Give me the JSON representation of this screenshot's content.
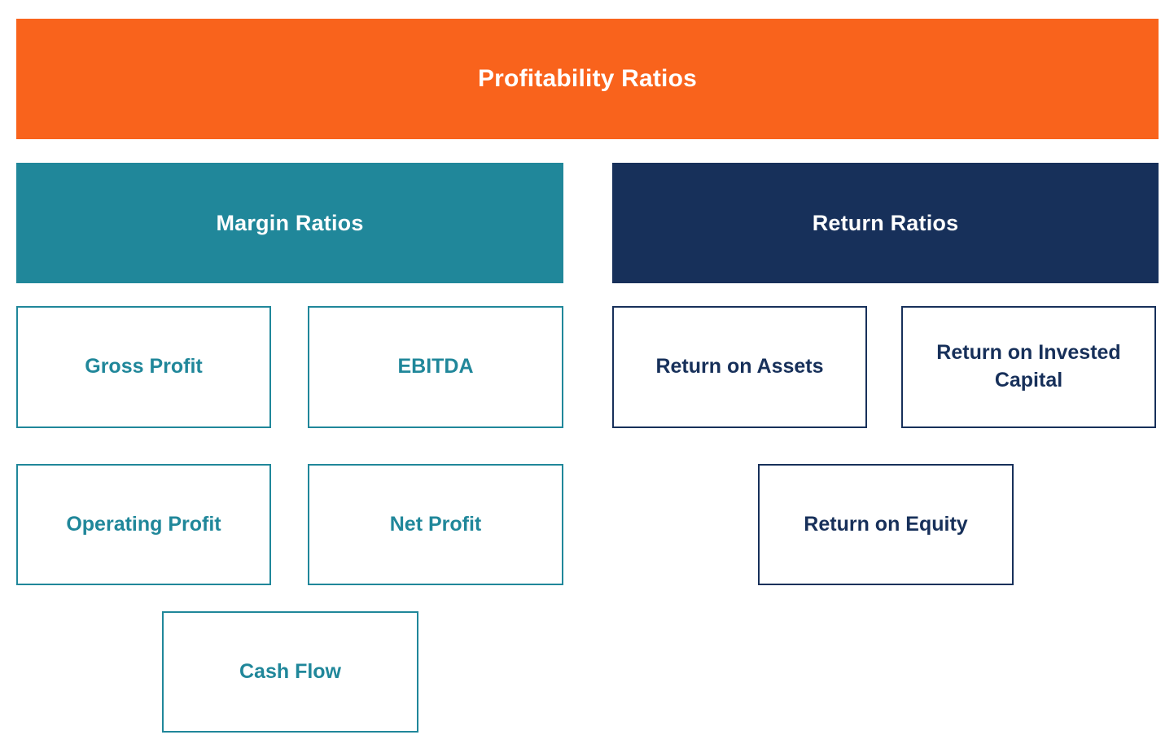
{
  "title": "Profitability Ratios",
  "colors": {
    "orange": "#F9631C",
    "teal": "#20879A",
    "navy": "#17305A",
    "background": "#FFFFFF",
    "header_text": "#FFFFFF"
  },
  "groups": [
    {
      "name": "Margin Ratios",
      "items": [
        "Gross Profit",
        "EBITDA",
        "Operating Profit",
        "Net Profit",
        "Cash Flow"
      ]
    },
    {
      "name": "Return Ratios",
      "items": [
        "Return on Assets",
        "Return on Invested Capital",
        "Return on Equity"
      ]
    }
  ]
}
